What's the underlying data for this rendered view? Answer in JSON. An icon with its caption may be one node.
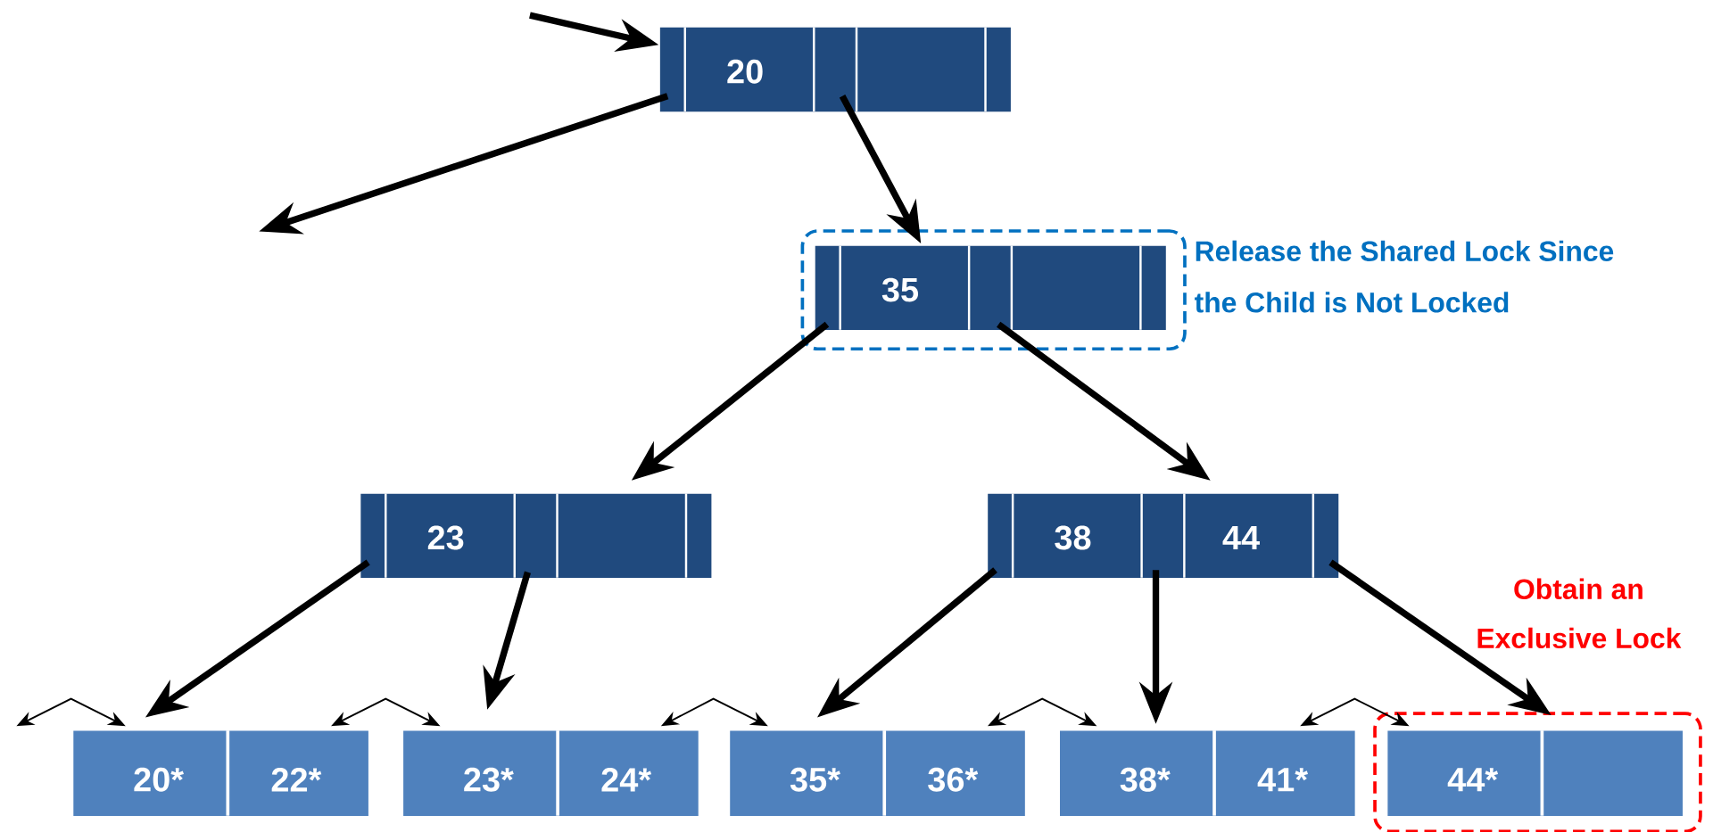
{
  "diagram": {
    "nodes": [
      {
        "text": [
          "20"
        ]
      },
      {
        "text": [
          "Release the Shared Lock Since the Child is Not Locked"
        ]
      },
      {
        "text": [
          "35"
        ],
        "in": 1
      },
      {
        "text": [
          "23"
        ]
      },
      {
        "text": [
          "38",
          "44"
        ]
      },
      {
        "text": [
          "20*",
          "22*"
        ]
      },
      {
        "text": [
          "23*",
          "24*"
        ]
      },
      {
        "text": [
          "35*",
          "36*"
        ]
      },
      {
        "text": [
          "38*",
          "41*"
        ]
      },
      {
        "text": [
          "Obtain an Exclusive Lock"
        ]
      },
      {
        "text": [
          "44*"
        ],
        "in": 9
      }
    ],
    "edges": [
      {
        "from": null,
        "to": 0,
        "arrow": "to"
      },
      {
        "from": 0,
        "to": null,
        "arrow": "to"
      },
      {
        "from": 0,
        "to": 2,
        "arrow": "to"
      },
      {
        "from": 2,
        "to": 3,
        "arrow": "to"
      },
      {
        "from": 2,
        "to": 4,
        "arrow": "to"
      },
      {
        "from": 3,
        "to": 5,
        "arrow": "to"
      },
      {
        "from": 3,
        "to": 6,
        "arrow": "to"
      },
      {
        "from": 4,
        "to": 7,
        "arrow": "to"
      },
      {
        "from": 4,
        "to": 8,
        "arrow": "to"
      },
      {
        "from": 4,
        "to": 10,
        "arrow": "to"
      },
      {
        "from": null,
        "to": 5,
        "arrow": "both"
      },
      {
        "from": 5,
        "to": 6,
        "arrow": "both"
      },
      {
        "from": 6,
        "to": 7,
        "arrow": "both"
      },
      {
        "from": 7,
        "to": 8,
        "arrow": "both"
      },
      {
        "from": 8,
        "to": 10,
        "arrow": "both"
      }
    ]
  }
}
